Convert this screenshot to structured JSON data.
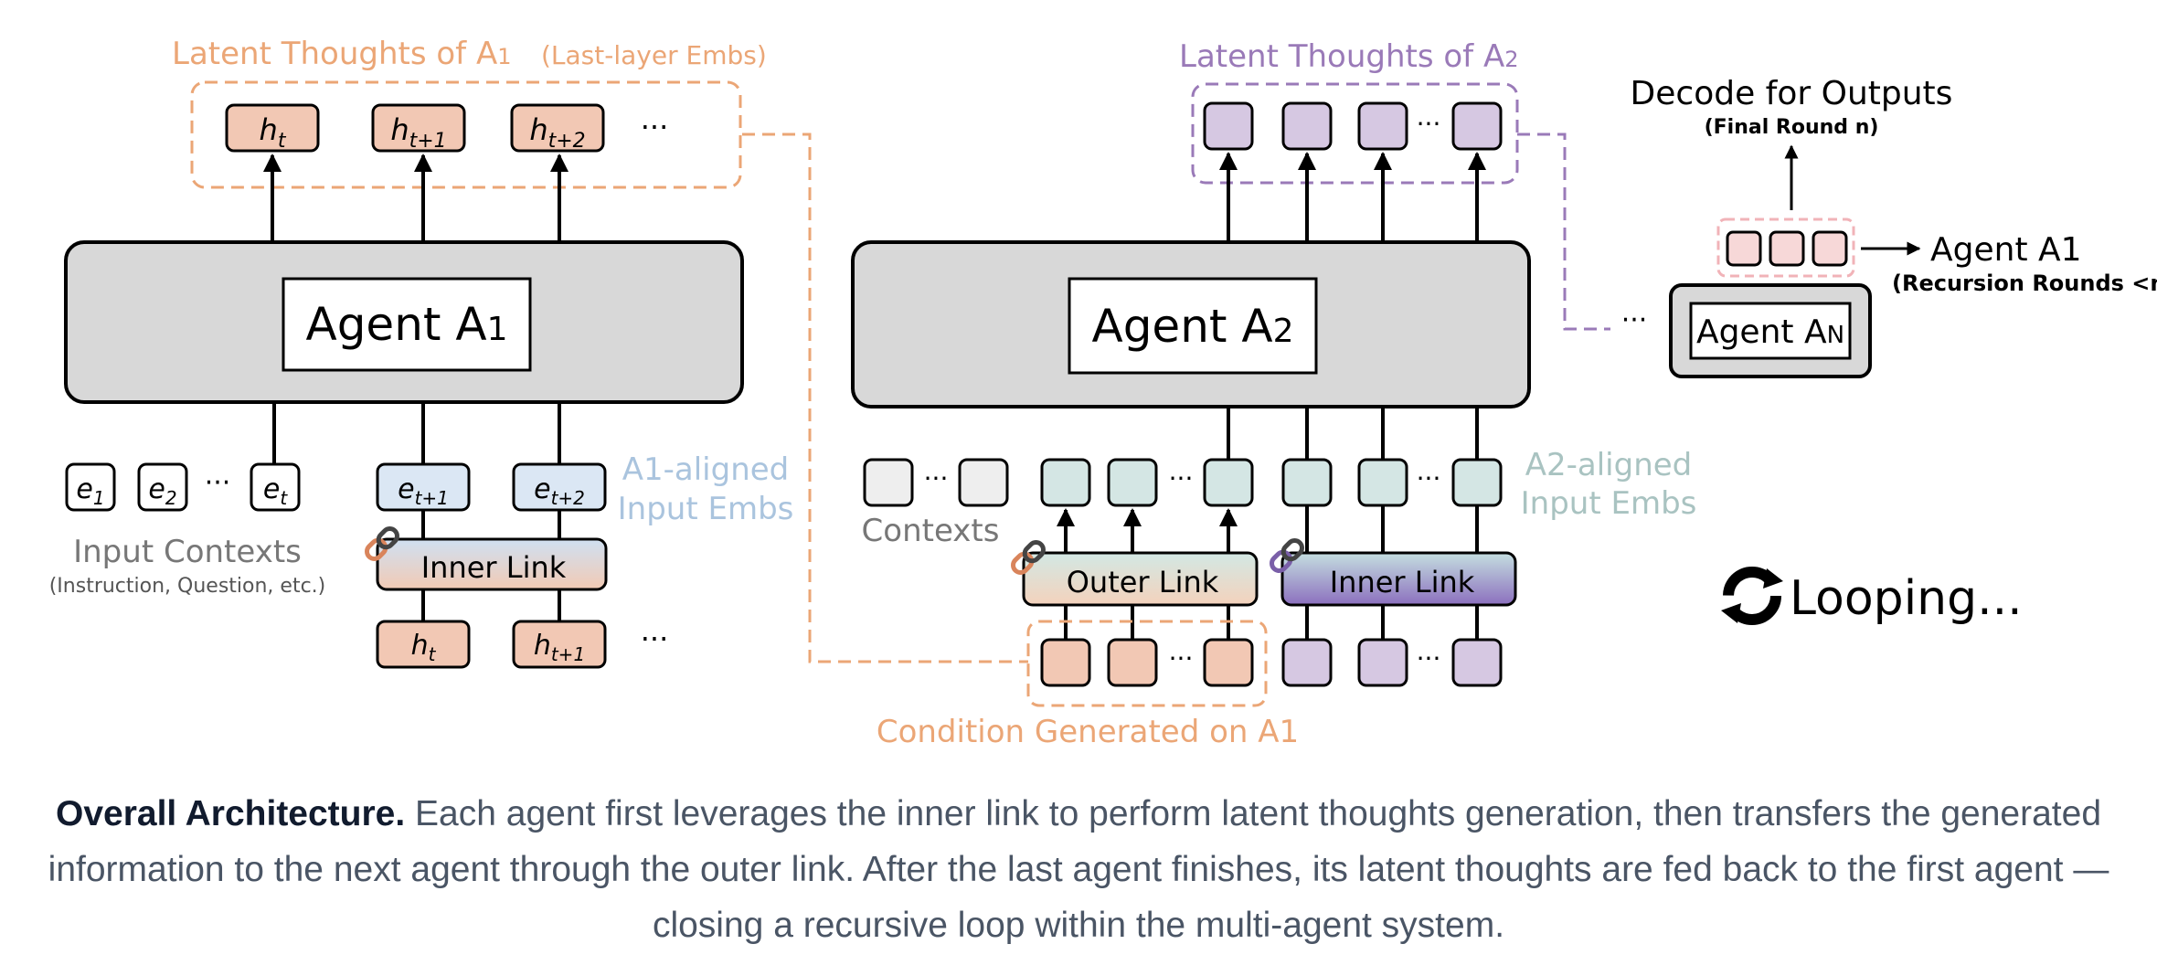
{
  "colors": {
    "peach": "#f2c8b4",
    "peach_text": "#eba676",
    "purple": "#d6c8e2",
    "purple_line": "#9a7ab8",
    "teal": "#d4e6e4",
    "teal_text": "#a9c3c1",
    "blue": "#dbe7f4",
    "blue_text": "#aac4de",
    "gray_box": "#d8d8d8",
    "pink_dash": "#f1b3b8"
  },
  "agent1": {
    "latent_title": "Latent Thoughts of A",
    "latent_title_sub": "1",
    "latent_note": "(Last-layer Embs)",
    "latent_tokens": [
      "h",
      "h",
      "h"
    ],
    "latent_subs": [
      "t",
      "t+1",
      "t+2"
    ],
    "ellipsis": "···",
    "name": "Agent A",
    "name_sub": "1",
    "context_tokens": [
      "e",
      "e",
      "e"
    ],
    "context_subs": [
      "1",
      "2",
      "t"
    ],
    "aligned_tokens": [
      "e",
      "e"
    ],
    "aligned_subs": [
      "t+1",
      "t+2"
    ],
    "aligned_label_line1": "A1-aligned",
    "aligned_label_line2": "Input Embs",
    "input_label": "Input Contexts",
    "input_note": "(Instruction, Question, etc.)",
    "inner_link": "Inner Link",
    "hidden_tokens": [
      "h",
      "h"
    ],
    "hidden_subs": [
      "t",
      "t+1"
    ]
  },
  "agent2": {
    "latent_title": "Latent Thoughts of A",
    "latent_title_sub": "2",
    "name": "Agent A",
    "name_sub": "2",
    "contexts_label": "Contexts",
    "outer_link": "Outer Link",
    "inner_link": "Inner Link",
    "aligned_label_line1": "A2-aligned",
    "aligned_label_line2": "Input Embs",
    "condition_label": "Condition Generated on A1"
  },
  "agentN": {
    "name": "Agent A",
    "name_sub": "N",
    "decode_label": "Decode for Outputs",
    "decode_note": "(Final Round n)",
    "output_label": "Agent A1",
    "output_note": "(Recursion Rounds <n",
    "ellipsis": "···"
  },
  "looping_label": "Looping...",
  "caption": {
    "bold": "Overall Architecture.",
    "text": "Each agent first leverages the inner link to perform latent thoughts generation, then transfers the generated information to the next agent through the outer link. After the last agent finishes, its latent thoughts are fed back to the first agent — closing a recursive loop within the multi-agent system."
  }
}
